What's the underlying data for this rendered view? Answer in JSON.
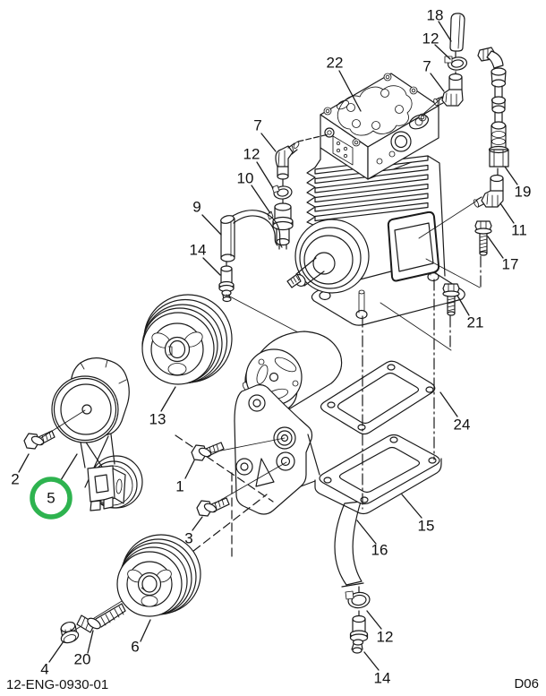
{
  "figure": {
    "type": "exploded-parts-diagram",
    "drawing_number": "12-ENG-0930-01",
    "sheet_code": "D06",
    "ink_color": "#1a1a1a",
    "background": "#ffffff"
  },
  "highlight": {
    "callout": "5",
    "color": "#2eb34f"
  },
  "callouts": [
    {
      "text": "18"
    },
    {
      "text": "12"
    },
    {
      "text": "7"
    },
    {
      "text": "22"
    },
    {
      "text": "7"
    },
    {
      "text": "12"
    },
    {
      "text": "10"
    },
    {
      "text": "9"
    },
    {
      "text": "14"
    },
    {
      "text": "19"
    },
    {
      "text": "11"
    },
    {
      "text": "17"
    },
    {
      "text": "21"
    },
    {
      "text": "13"
    },
    {
      "text": "24"
    },
    {
      "text": "2"
    },
    {
      "text": "5"
    },
    {
      "text": "1"
    },
    {
      "text": "3"
    },
    {
      "text": "15"
    },
    {
      "text": "16"
    },
    {
      "text": "6"
    },
    {
      "text": "12"
    },
    {
      "text": "14"
    },
    {
      "text": "4"
    },
    {
      "text": "20"
    }
  ]
}
